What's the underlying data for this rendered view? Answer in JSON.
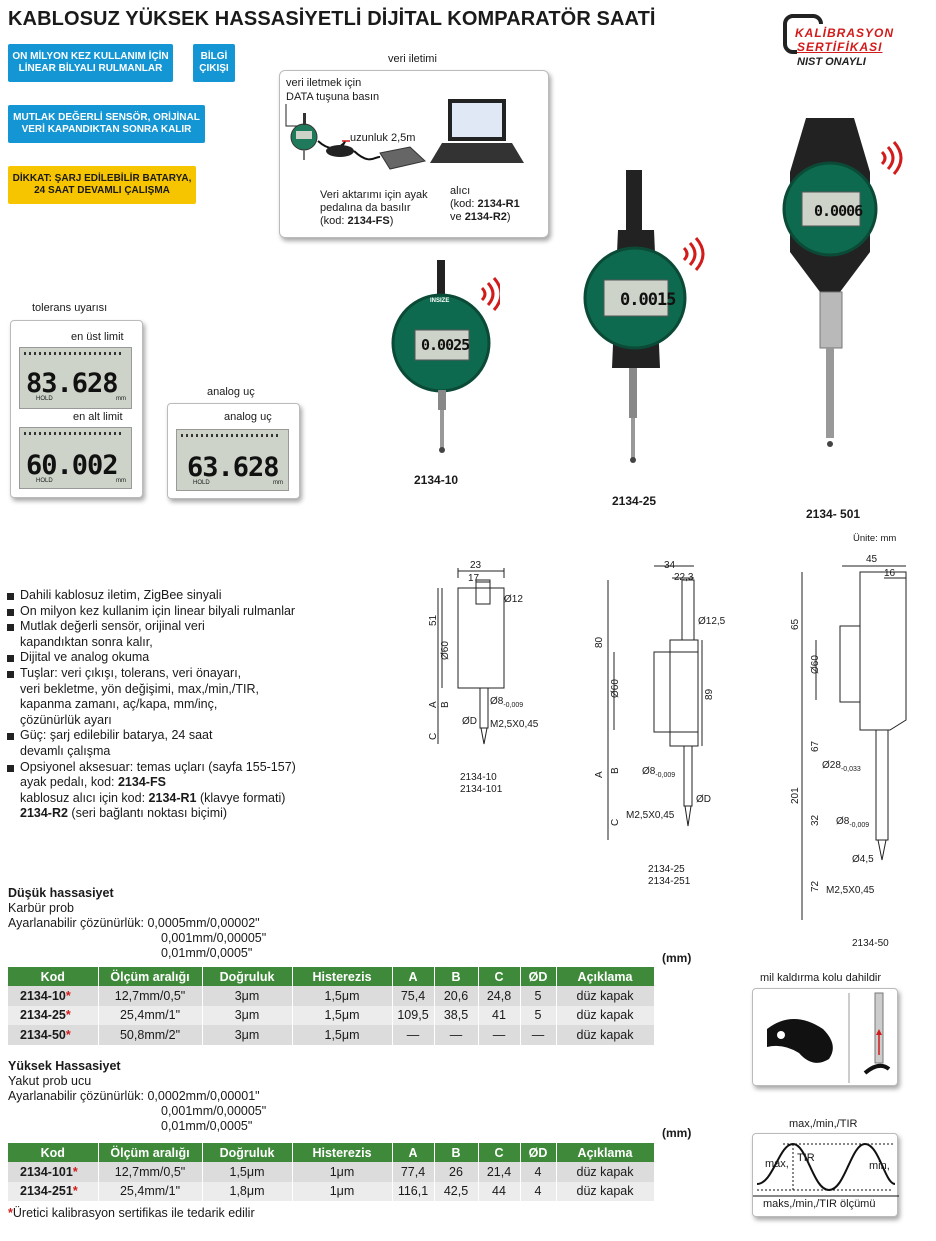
{
  "title": "KABLOSUZ YÜKSEK HASSASİYETLİ DİJİTAL KOMPARATÖR SAATİ",
  "badges": {
    "rulman": [
      "ON MİLYON KEZ KULLANIM İÇİN",
      "LİNEAR BİLYALI RULMANLAR"
    ],
    "bilgi": [
      "BİLGİ",
      "ÇIKIŞI"
    ],
    "sensor": [
      "MUTLAK DEĞERLİ SENSÖR, ORİJİNAL",
      "VERİ KAPANDIKTAN SONRA KALIR"
    ],
    "dikkat": [
      "DİKKAT: ŞARJ EDİLEBİLİR BATARYA,",
      "24 SAAT DEVAMLI ÇALIŞMA"
    ]
  },
  "cert": {
    "line1": "KALİBRASYON",
    "line2": "SERTİFİKASI",
    "line3": "NIST ONAYLI"
  },
  "veri": {
    "title": "veri iletimi",
    "l1": "veri iletmek için",
    "l2": "DATA tuşuna basın",
    "uzunluk": "uzunluk 2,5m",
    "foot1": "Veri aktarımı için ayak",
    "foot2": "pedalına da basılır",
    "foot3_pre": "(kod: ",
    "foot3_b": "2134-FS",
    "foot3_post": ")",
    "alici": "alıcı",
    "k1_pre": "(kod: ",
    "k1_b": "2134-R1",
    "k2_pre": "ve ",
    "k2_b": "2134-R2",
    "k2_post": ")"
  },
  "tolerans": {
    "title": "tolerans uyarısı",
    "ust": "en üst limit",
    "alt": "en alt limit",
    "v1": "83.628",
    "v2": "60.002",
    "hold": "HOLD",
    "unit": "mm"
  },
  "analog": {
    "title": "analog uç",
    "inner": "analog uç",
    "v": "63.628",
    "hold": "HOLD",
    "unit": "mm"
  },
  "products": [
    {
      "label": "2134-10",
      "display": "0.0025"
    },
    {
      "label": "2134-25",
      "display": "0.0015"
    },
    {
      "label": "2134- 501",
      "display": "0.0006"
    }
  ],
  "insize": "INSIZE",
  "unite": "Ünite: mm",
  "features": [
    {
      "t": "Dahili kablosuz iletim, ZigBee sinyali",
      "b": true
    },
    {
      "t": "On milyon kez kullanim için linear bilyali rulmanlar",
      "b": true
    },
    {
      "t": "Mutlak değerli sensör, orijinal veri",
      "b": true
    },
    {
      "t": "kapandıktan sonra kalır,",
      "b": false
    },
    {
      "t": "Dijital ve analog okuma",
      "b": true
    },
    {
      "t": "Tuşlar: veri çıkışı, tolerans, veri önayarı,",
      "b": true
    },
    {
      "t": "veri bekletme, yön değişimi, max,/min,/TIR,",
      "b": false
    },
    {
      "t": "kapanma zamanı, aç/kapa, mm/inç,",
      "b": false
    },
    {
      "t": "çözünürlük ayarı",
      "b": false
    },
    {
      "t": "Güç: şarj edilebilir batarya, 24 saat",
      "b": true
    },
    {
      "t": "devamlı çalışma",
      "b": false
    },
    {
      "t": "Opsiyonel aksesuar: temas uçları (sayfa 155-157)",
      "b": true
    }
  ],
  "feat_extra": {
    "l1_pre": "ayak pedalı, kod: ",
    "l1_b": "2134-FS",
    "l2_pre": "kablosuz alıcı için kod: ",
    "l2_b": "2134-R1",
    "l2_post": " (klavye formati)",
    "l3_b": "2134-R2",
    "l3_post": " (seri bağlantı noktası biçimi)"
  },
  "d1": {
    "w23": "23",
    "w17": "17",
    "d12": "Ø12",
    "h51": "51",
    "d60": "Ø60",
    "a": "A",
    "b": "B",
    "c": "C",
    "d8": "Ø8",
    "tol": "-0,009",
    "tolz": "0",
    "dd": "ØD",
    "m": "M2,5X0,45",
    "cap1": "2134-10",
    "cap2": "2134-101"
  },
  "d2": {
    "w34": "34",
    "w22": "22,3",
    "d125": "Ø12,5",
    "h80": "80",
    "d60": "Ø60",
    "h89": "89",
    "a": "A",
    "b": "B",
    "c": "C",
    "d8": "Ø8",
    "tol": "-0,009",
    "tolz": "0",
    "dd": "ØD",
    "m": "M2,5X0,45",
    "cap1": "2134-25",
    "cap2": "2134-251"
  },
  "d3": {
    "w45": "45",
    "w16": "16",
    "h65": "65",
    "d60": "Ø60",
    "h67": "67",
    "d28": "Ø28",
    "tol28": "-0,033",
    "h201": "201",
    "h32": "32",
    "d8": "Ø8",
    "tol8": "-0,009",
    "tolz": "0",
    "d45": "Ø4,5",
    "h72": "72",
    "m": "M2,5X0,45",
    "cap": "2134-50"
  },
  "low": {
    "title": "Düşük hassasiyet",
    "prob": "Karbür prob",
    "res_label": "Ayarlanabilir çözünürlük: ",
    "res": [
      "0,0005mm/0,00002\"",
      "0,001mm/0,00005\"",
      "0,01mm/0,0005\""
    ],
    "unit": "(mm)",
    "headers": [
      "Kod",
      "Ölçüm aralığı",
      "Doğruluk",
      "Histerezis",
      "A",
      "B",
      "C",
      "ØD",
      "Açıklama"
    ],
    "rows": [
      [
        "2134-10",
        "12,7mm/0,5\"",
        "3μm",
        "1,5μm",
        "75,4",
        "20,6",
        "24,8",
        "5",
        "düz kapak"
      ],
      [
        "2134-25",
        "25,4mm/1\"",
        "3μm",
        "1,5μm",
        "109,5",
        "38,5",
        "41",
        "5",
        "düz kapak"
      ],
      [
        "2134-50",
        "50,8mm/2\"",
        "3μm",
        "1,5μm",
        "—",
        "—",
        "—",
        "—",
        "düz kapak"
      ]
    ]
  },
  "high": {
    "title": "Yüksek Hassasiyet",
    "prob": "Yakut prob ucu",
    "res_label": "Ayarlanabilir çözünürlük: ",
    "res": [
      "0,0002mm/0,00001\"",
      "0,001mm/0,00005\"",
      "0,01mm/0,0005\""
    ],
    "unit": "(mm)",
    "headers": [
      "Kod",
      "Ölçüm aralığı",
      "Doğruluk",
      "Histerezis",
      "A",
      "B",
      "C",
      "ØD",
      "Açıklama"
    ],
    "rows": [
      [
        "2134-101",
        "12,7mm/0,5\"",
        "1,5μm",
        "1μm",
        "77,4",
        "26",
        "21,4",
        "4",
        "düz kapak"
      ],
      [
        "2134-251",
        "25,4mm/1\"",
        "1,8μm",
        "1μm",
        "116,1",
        "42,5",
        "44",
        "4",
        "düz kapak"
      ]
    ]
  },
  "star": "*",
  "footnote": "Üretici kalibrasyon sertifikas ile tedarik edilir",
  "mil": {
    "title": "mil kaldırma kolu dahildir"
  },
  "tir": {
    "title": "max,/min,/TIR",
    "max": "max,",
    "tir": "TIR",
    "min": "min,",
    "caption": "maks,/min,/TIR ölçümü"
  },
  "colors": {
    "green": "#3f8a3a",
    "blue": "#1596d4",
    "yellow": "#f7c500",
    "red": "#d21b1b"
  }
}
